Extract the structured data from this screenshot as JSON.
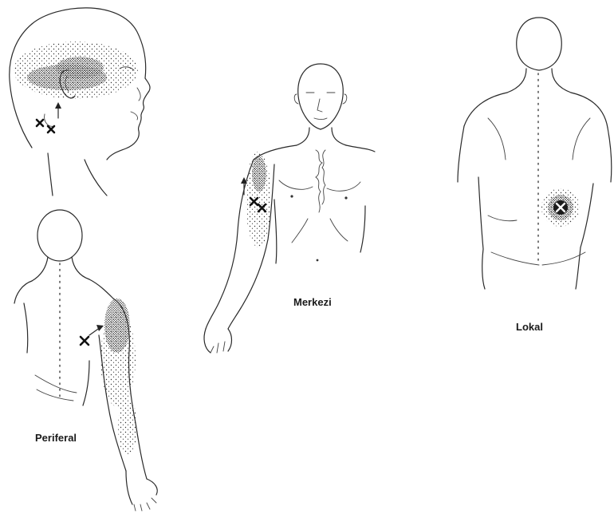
{
  "labels": {
    "peripheral": "Periferal",
    "central": "Merkezi",
    "local": "Lokal"
  },
  "colors": {
    "line": "#2a2a2a",
    "stipple": "#3a3a3a",
    "background": "#ffffff"
  }
}
